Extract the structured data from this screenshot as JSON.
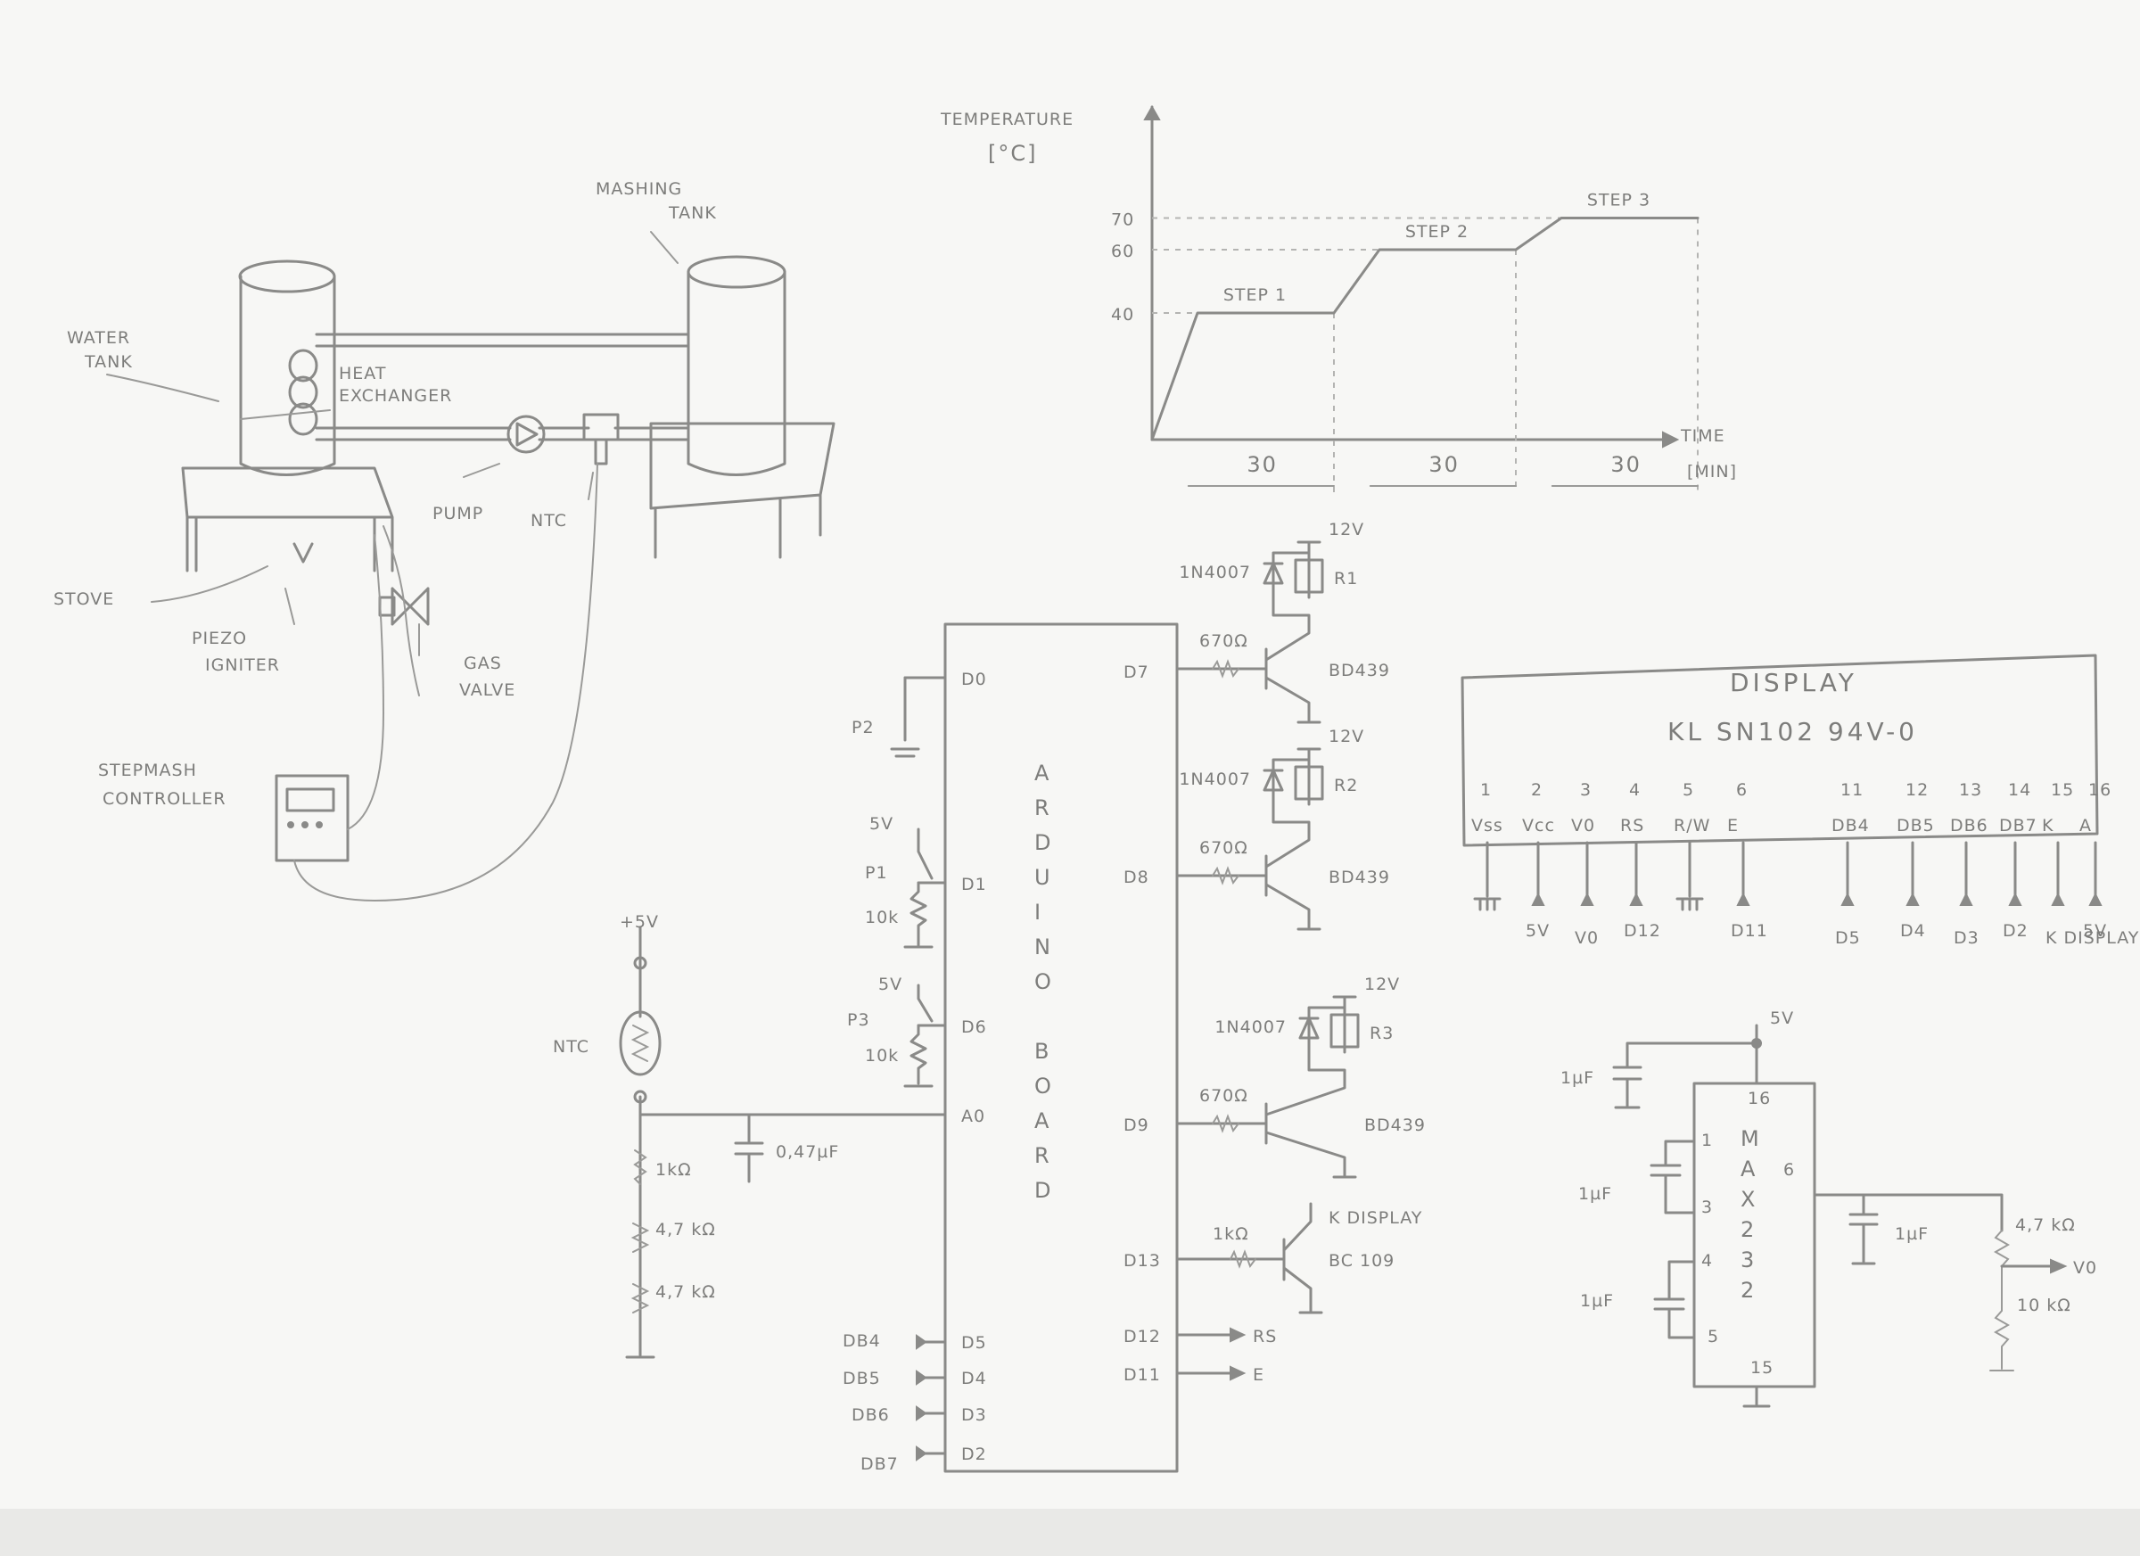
{
  "system": {
    "labels": {
      "water_tank": [
        "WATER",
        "TANK"
      ],
      "heat_exchanger": [
        "HEAT",
        "EXCHANGER"
      ],
      "mashing_tank": [
        "MASHING",
        "TANK"
      ],
      "pump": "PUMP",
      "ntc": "NTC",
      "stove": "STOVE",
      "piezo_igniter": [
        "PIEZO",
        "IGNITER"
      ],
      "gas_valve": [
        "GAS",
        "VALVE"
      ],
      "stepmash_controller": [
        "STEPMASH",
        "CONTROLLER"
      ]
    }
  },
  "chart_data": {
    "type": "line",
    "ylabel": "TEMPERATURE",
    "yunit": "[°C]",
    "xlabel": "TIME",
    "xunit": "[MIN]",
    "yticks": [
      40,
      60,
      70
    ],
    "steps": [
      {
        "name": "STEP 1",
        "temperature": 40,
        "duration": 30
      },
      {
        "name": "STEP 2",
        "temperature": 60,
        "duration": 30
      },
      {
        "name": "STEP 3",
        "temperature": 70,
        "duration": 30
      }
    ],
    "duration_labels": [
      "30",
      "30",
      "30"
    ]
  },
  "arduino": {
    "title_letters": [
      "A",
      "R",
      "D",
      "U",
      "I",
      "N",
      "O",
      "",
      "B",
      "O",
      "A",
      "R",
      "D"
    ],
    "left_pins": [
      "D0",
      "D1",
      "D6",
      "A0",
      "D5",
      "D4",
      "D3",
      "D2"
    ],
    "right_pins": [
      "D7",
      "D8",
      "D9",
      "D13",
      "D12",
      "D11"
    ]
  },
  "inputs": {
    "buttons": [
      "P2",
      "P1",
      "P3"
    ],
    "supply": "5V",
    "pullups": [
      "10k",
      "10k"
    ]
  },
  "ntc_circuit": {
    "supply": "+5V",
    "sensor": "NTC",
    "trimmer": "1kΩ",
    "r1": "4,7 kΩ",
    "r2": "4,7 kΩ",
    "cap": "0,47µF"
  },
  "relays": [
    {
      "diode": "1N4007",
      "supply": "12V",
      "relay": "R1",
      "resistor": "670Ω",
      "transistor": "BD439"
    },
    {
      "diode": "1N4007",
      "supply": "12V",
      "relay": "R2",
      "resistor": "670Ω",
      "transistor": "BD439"
    },
    {
      "diode": "1N4007",
      "supply": "12V",
      "relay": "R3",
      "resistor": "670Ω",
      "transistor": "BD439"
    }
  ],
  "backlight_driver": {
    "resistor": "1kΩ",
    "transistor": "BC 109",
    "target": "K DISPLAY"
  },
  "lcd_links": {
    "left": [
      "DB4",
      "DB5",
      "DB6",
      "DB7"
    ],
    "right": [
      "RS",
      "E"
    ]
  },
  "display": {
    "title": "DISPLAY",
    "model": "KL SN102 94V-0",
    "pins": [
      {
        "num": "1",
        "name": "Vss",
        "conn": "GND"
      },
      {
        "num": "2",
        "name": "Vcc",
        "conn": "5V"
      },
      {
        "num": "3",
        "name": "V0",
        "conn": "V0"
      },
      {
        "num": "4",
        "name": "RS",
        "conn": "D12"
      },
      {
        "num": "5",
        "name": "R/W",
        "conn": "GND"
      },
      {
        "num": "6",
        "name": "E",
        "conn": "D11"
      },
      {
        "num": "11",
        "name": "DB4",
        "conn": "D5"
      },
      {
        "num": "12",
        "name": "DB5",
        "conn": "D4"
      },
      {
        "num": "13",
        "name": "DB6",
        "conn": "D3"
      },
      {
        "num": "14",
        "name": "DB7",
        "conn": "D2"
      },
      {
        "num": "15",
        "name": "K",
        "conn": "K DISPLAY"
      },
      {
        "num": "16",
        "name": "A",
        "conn": "5V"
      }
    ]
  },
  "max232": {
    "letters": [
      "M",
      "A",
      "X",
      "2",
      "3",
      "2"
    ],
    "supply": "5V",
    "pins": [
      "16",
      "1",
      "3",
      "4",
      "5",
      "6",
      "15"
    ],
    "caps": [
      "1µF",
      "1µF",
      "1µF",
      "1µF"
    ],
    "divider": [
      "4,7 kΩ",
      "10 kΩ"
    ],
    "output": "V0"
  }
}
